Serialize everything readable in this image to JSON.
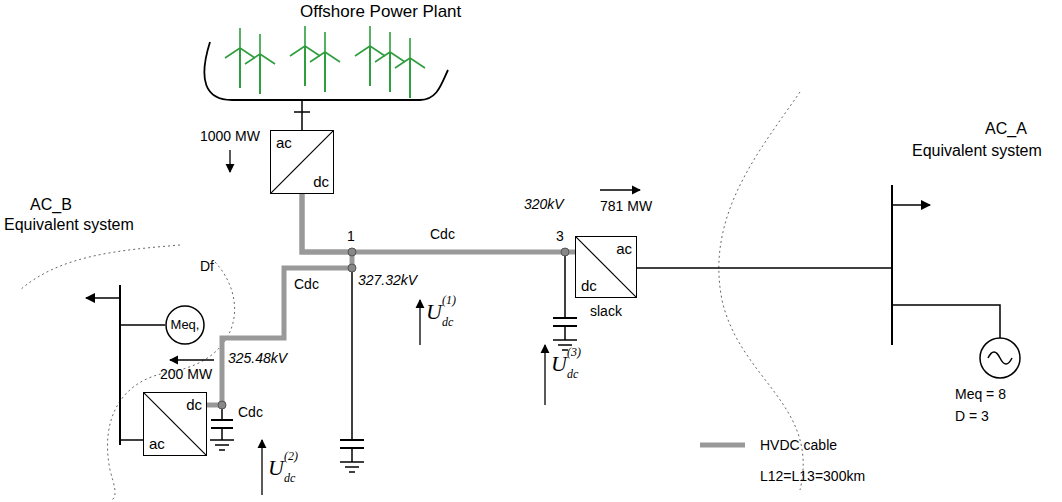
{
  "diagram": {
    "nodes": [
      {
        "text": [
          "ac",
          "dc"
        ]
      },
      {
        "text": [
          "dc",
          "ac"
        ]
      },
      {
        "text": [
          "ac",
          "dc"
        ]
      },
      {
        "text": [
          "Meq,"
        ]
      }
    ],
    "edges": [
      {
        "from": 0,
        "to": 2,
        "arrow": "none"
      },
      {
        "from": 0,
        "to": 1,
        "arrow": "none"
      }
    ],
    "labels": [
      "Offshore Power Plant",
      "1000 MW",
      "Df",
      "AC_B",
      "Equivalent system",
      "Cdc",
      "1",
      "320kV",
      "781 MW",
      "AC_A",
      "Equivalent system",
      "Meq = 8",
      "D = 3",
      "3",
      "slack",
      "327.32kV",
      "Cdc",
      "325.48kV",
      "200 MW",
      "Cdc",
      "U",
      "(1)",
      "dc",
      "U",
      "(2)",
      "dc",
      "U",
      "(3)",
      "dc",
      "L12=L13=300km"
    ],
    "legend": [
      {
        "text": "HVDC cable"
      }
    ]
  }
}
